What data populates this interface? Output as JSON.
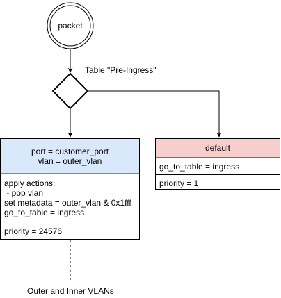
{
  "start_node": {
    "label": "packet"
  },
  "decision": {
    "edge_label": "Table \"Pre-Ingress\""
  },
  "rule_vlan": {
    "match_line1": "port = customer_port",
    "match_line2": "vlan = outer_vlan",
    "actions_line1": "apply actions:",
    "actions_line2": " - pop vlan",
    "actions_line3": "set metadata = outer_vlan & 0x1fff",
    "actions_line4": "go_to_table = ingress",
    "priority": "priority = 24576",
    "colors": {
      "header_fill": "#dae8fc",
      "header_stroke": "#6c8ebf"
    }
  },
  "rule_default": {
    "title": "default",
    "action": "go_to_table = ingress",
    "priority": "priority = 1",
    "colors": {
      "header_fill": "#f8cecc",
      "header_stroke": "#b85450"
    }
  },
  "continuation": {
    "label": "Outer and Inner VLANs"
  }
}
